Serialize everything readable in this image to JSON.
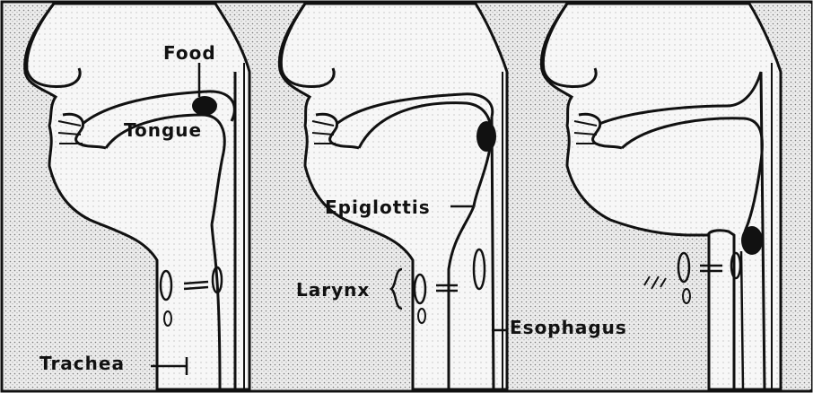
{
  "labels": {
    "food": "Food",
    "tongue": "Tongue",
    "epiglottis": "Epiglottis",
    "larynx": "Larynx",
    "esophagus": "Esophagus",
    "trachea": "Trachea"
  },
  "colors": {
    "background": "#ffffff",
    "stipple": "#8a8a8a",
    "ink": "#111111"
  }
}
